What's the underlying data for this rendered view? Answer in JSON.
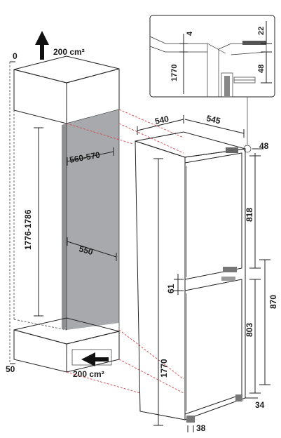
{
  "labels": {
    "vent_top": "200 cm²",
    "vent_bottom": "200 cm²",
    "zero": "0",
    "fifty": "50",
    "niche_height": "1776-1786",
    "niche_width": "560-570",
    "niche_depth": "550",
    "appliance_depth": "540",
    "appliance_width": "545",
    "top_gap": "48",
    "fridge_door": "818",
    "freezer_opening": "870",
    "freezer_door": "803",
    "door_gap": "61",
    "appliance_height": "1770",
    "plinth_gap": "34",
    "side_gap": "38",
    "inset_4": "4",
    "inset_22": "22",
    "inset_48": "48",
    "inset_1770": "1770"
  },
  "colors": {
    "niche_fill": "#a7a9ac",
    "line": "#222222",
    "red_dash": "#d0464a"
  }
}
